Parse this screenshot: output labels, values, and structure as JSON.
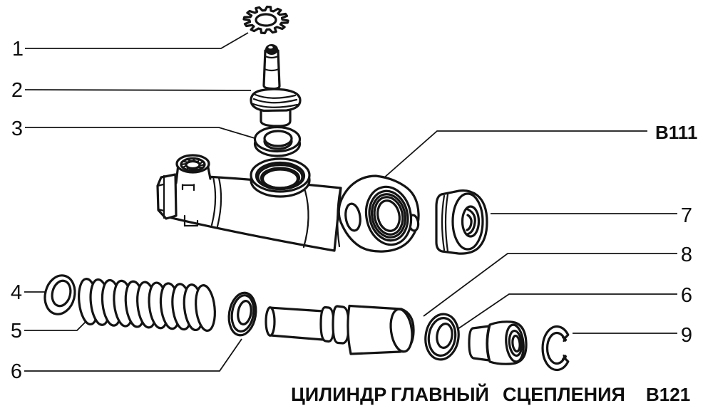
{
  "figure": {
    "codes": {
      "top_right": "B111",
      "bottom_right": "B121"
    },
    "caption": {
      "word1": "ЦИЛИНДР",
      "word2": "ГЛАВНЫЙ",
      "word3": "СЦЕПЛЕНИЯ"
    },
    "callouts": {
      "c1": "1",
      "c2": "2",
      "c3": "3",
      "c4": "4",
      "c5": "5",
      "c6a": "6",
      "c6b": "6",
      "c7": "7",
      "c8": "8",
      "c9": "9"
    }
  }
}
